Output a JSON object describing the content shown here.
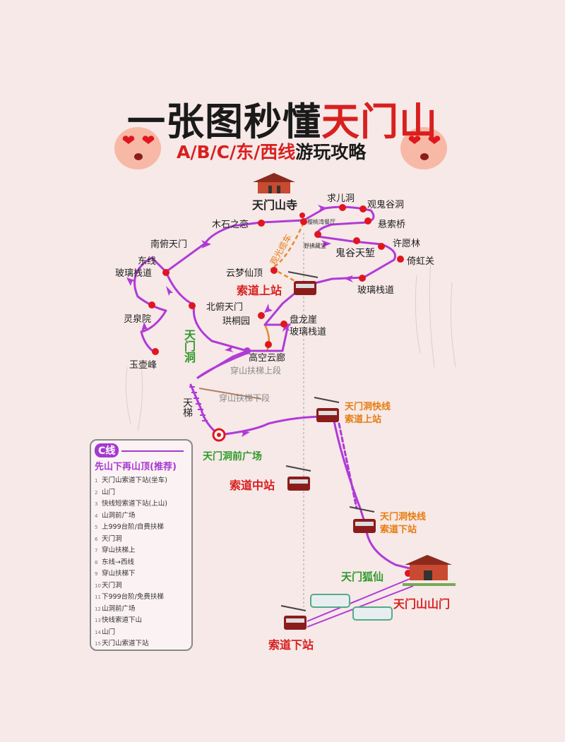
{
  "title": {
    "part1": "一张图秒懂",
    "part2": "天门山"
  },
  "subtitle": {
    "part1": "A/B/C/东/西线",
    "part2": "游玩攻略"
  },
  "colors": {
    "route": "#b13ad6",
    "dot": "#e0161e",
    "red_text": "#d8201f",
    "green_text": "#2f9a2a",
    "orange_text": "#e67c0f",
    "cable": "#e68a2e",
    "background": "#f6e9e8"
  },
  "icons": {
    "face": "heart-eyes-emoji",
    "temple": "temple-icon",
    "cable_car": "cable-car-icon",
    "bus": "shuttle-bus-icon"
  },
  "map": {
    "temple": "天门山寺",
    "qiuerdong": "求儿洞",
    "guanguigudong": "观鬼谷洞",
    "xuansuoqiao": "悬索桥",
    "mushizhilian": "木石之恋",
    "restaurant": "樱桃湾餐厅",
    "yefu": "野拂藏宝",
    "guigutianqian": "鬼谷天堑",
    "xuyuanlin": "许愿林",
    "yihongguan": "倚虹关",
    "sightseeing_cable": "观光缆车",
    "yunmengxianding": "云梦仙顶",
    "upper_station": "索道上站",
    "glass_east": "玻璃栈道",
    "nanfutianmen": "南俯天门",
    "east_line": "东线",
    "glass_west": "玻璃栈道",
    "lingquanyuan": "灵泉院",
    "beifutianmen": "北俯天门",
    "gongtongyuan": "珙桐园",
    "panlongya": "盘龙崖",
    "glass_panlong": "玻璃栈道",
    "gaokongyunlang": "高空云廊",
    "tianmendong": "天门洞",
    "escalator_up": "穿山扶梯上段",
    "escalator_down": "穿山扶梯下段",
    "tianti": "天梯",
    "yuhufeng": "玉壶峰",
    "express_upper_1": "天门洞快线",
    "express_upper_2": "索道上站",
    "square": "天门洞前广场",
    "middle_station": "索道中站",
    "express_lower_1": "天门洞快线",
    "express_lower_2": "索道下站",
    "huxian": "天门狐仙",
    "gate": "天门山山门",
    "lower_station": "索道下站"
  },
  "legend": {
    "tag": "C线",
    "heading": "先山下再山顶(推荐)",
    "steps": [
      "天门山索道下站(坐车)",
      "山门",
      "快线短索道下站(上山)",
      "山洞前广场",
      "上999台阶/自费扶梯",
      "天门洞",
      "穿山扶梯上",
      "东线→西线",
      "穿山扶梯下",
      "天门洞",
      "下999台阶/免费扶梯",
      "山洞前广场",
      "快线索道下山",
      "山门",
      "天门山索道下站"
    ]
  }
}
